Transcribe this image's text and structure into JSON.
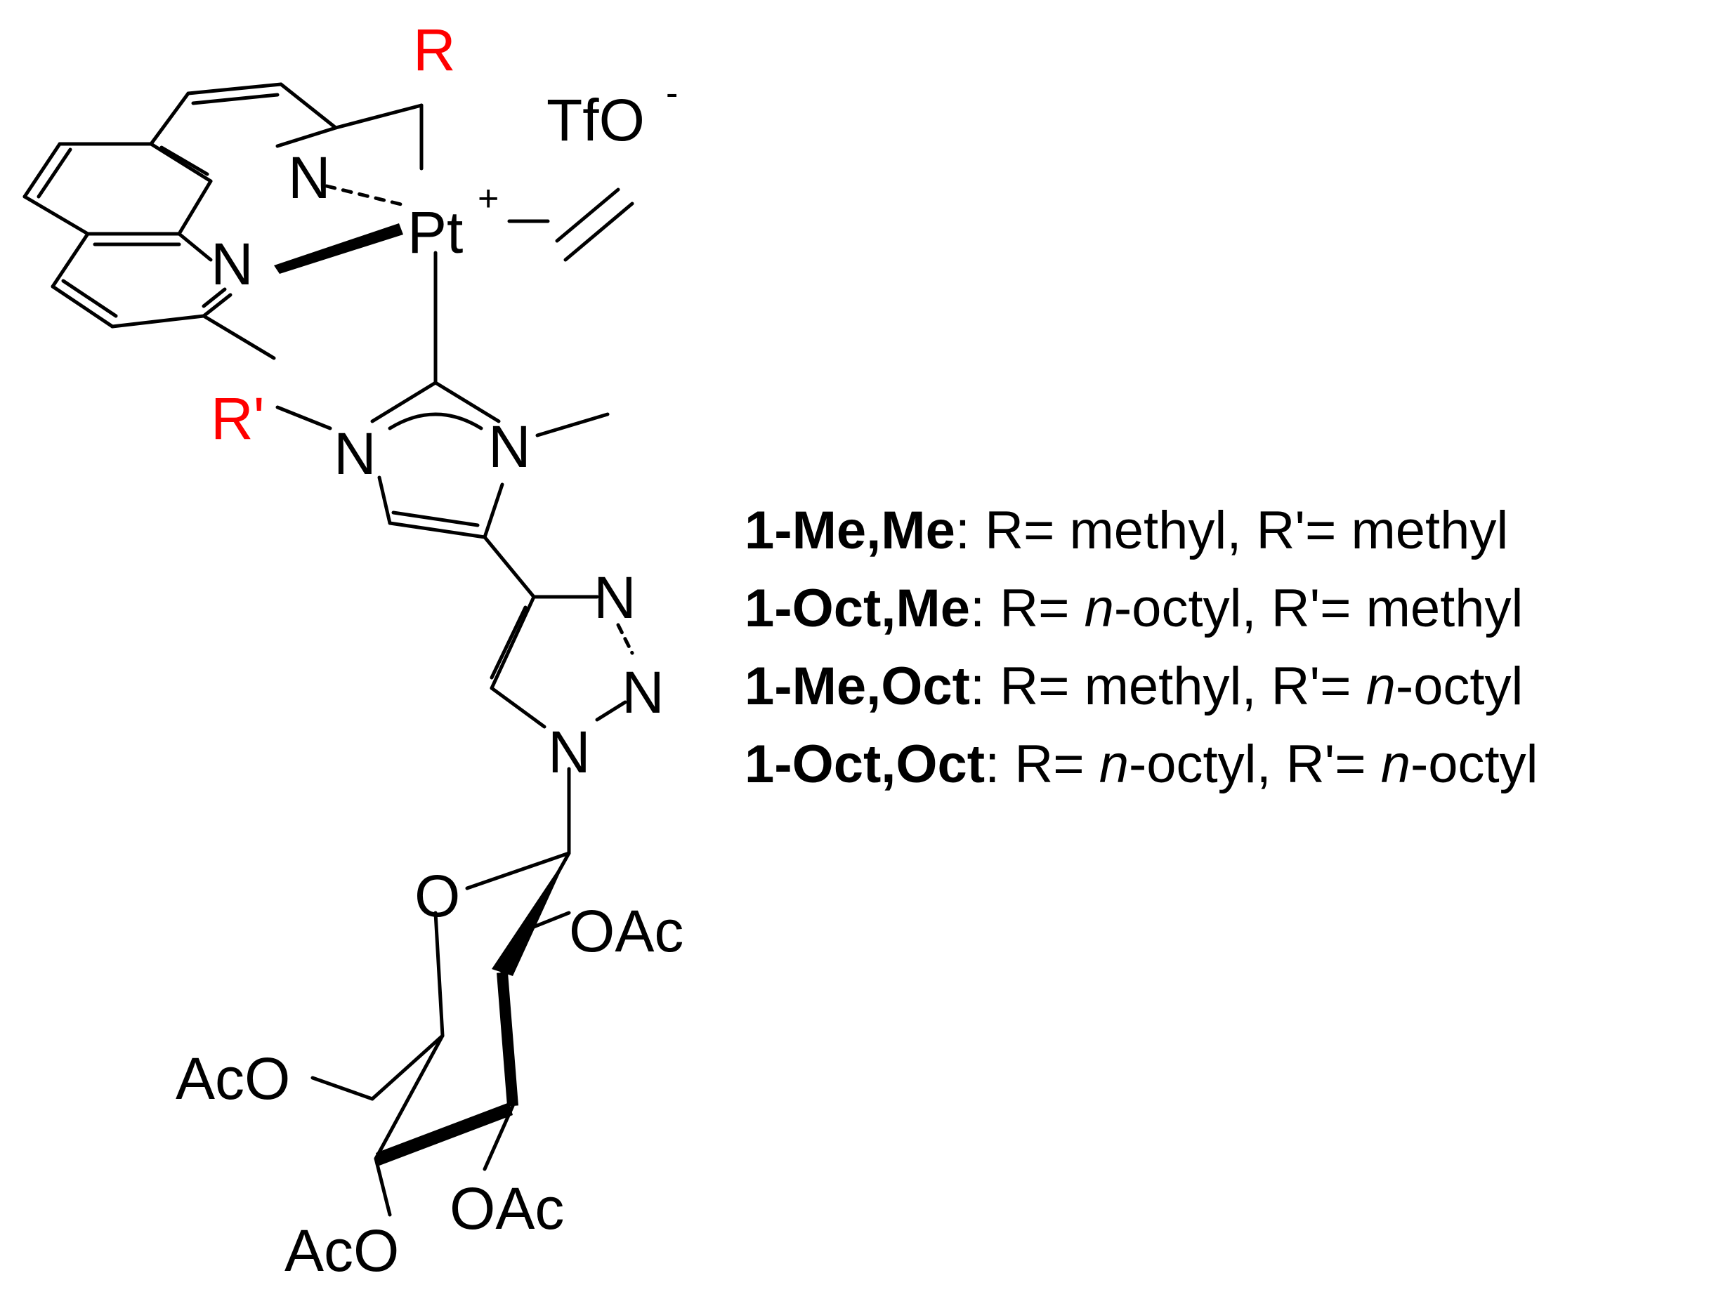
{
  "structure": {
    "atoms": {
      "r": "R",
      "tfo": "TfO",
      "tfo_charge": "-",
      "pt": "Pt",
      "pt_charge": "+",
      "n_phen_1": "N",
      "n_phen_2": "N",
      "r_prime": "R'",
      "n_imid_1": "N",
      "n_imid_2": "N",
      "n_triazole_1": "N",
      "n_triazole_2": "N",
      "n_triazole_3": "N",
      "o_ring": "O",
      "oac_1": "OAc",
      "aco_1": "AcO",
      "oac_2": "OAc",
      "aco_2": "AcO"
    },
    "colors": {
      "substituent": "#ff0000",
      "text": "#000000"
    }
  },
  "legend": [
    {
      "code": "1-Me,Me",
      "sep": ": ",
      "r_label": "R= ",
      "r_prefix": "",
      "r_value": "methyl",
      "mid": ", ",
      "rp_label": "R'= ",
      "rp_prefix": "",
      "rp_value": "methyl"
    },
    {
      "code": "1-Oct,Me",
      "sep": ": ",
      "r_label": "R= ",
      "r_prefix": "n",
      "r_value": "-octyl",
      "mid": ", ",
      "rp_label": "R'= ",
      "rp_prefix": "",
      "rp_value": "methyl"
    },
    {
      "code": "1-Me,Oct",
      "sep": ": ",
      "r_label": "R= ",
      "r_prefix": "",
      "r_value": "methyl",
      "mid": ", ",
      "rp_label": "R'= ",
      "rp_prefix": "n",
      "rp_value": "-octyl"
    },
    {
      "code": "1-Oct,Oct",
      "sep": ": ",
      "r_label": "R= ",
      "r_prefix": "n",
      "r_value": "-octyl",
      "mid": ", ",
      "rp_label": "R'= ",
      "rp_prefix": "n",
      "rp_value": "-octyl"
    }
  ]
}
